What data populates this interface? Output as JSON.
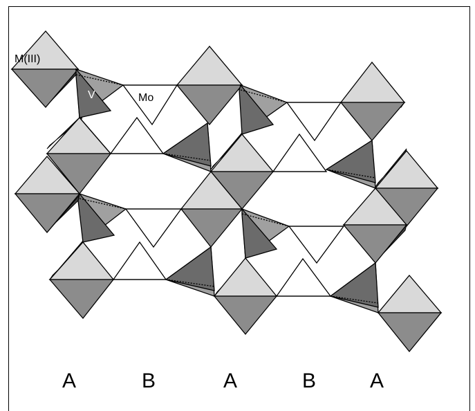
{
  "labels": {
    "m3": "M(III)",
    "v": "V",
    "mo": "Mo"
  },
  "layer_labels": [
    "A",
    "B",
    "A",
    "B",
    "A"
  ],
  "colors": {
    "octahedron_light": "#d9d9d9",
    "octahedron_dark": "#8c8c8c",
    "vanadate_dark": "#6b6b6b",
    "molybdate": "#ffffff"
  }
}
